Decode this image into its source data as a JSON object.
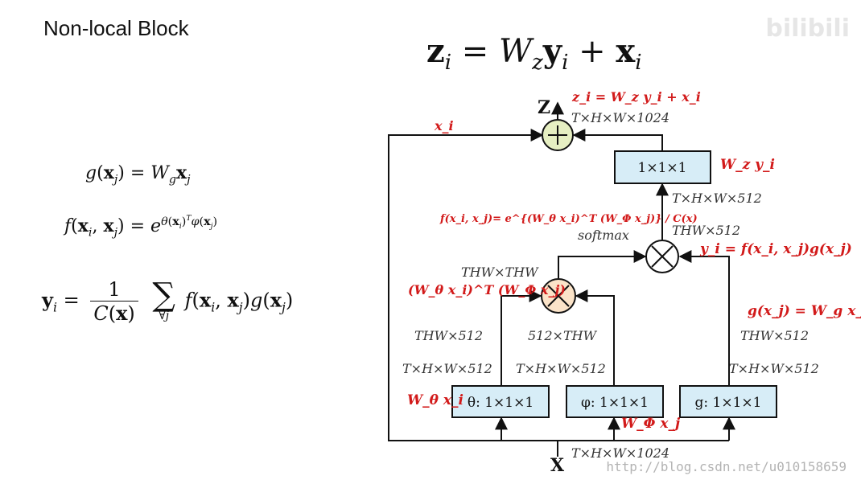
{
  "slide": {
    "title": "Non-local Block"
  },
  "watermark": "bilibili",
  "url": "http://blog.csdn.net/u010158659",
  "equations": {
    "z": "z_i = W_z y_i + x_i",
    "g": "g(x_j) = W_g x_j",
    "f": "f(x_i, x_j) = e^{θ(x_i)^T φ(x_j)}",
    "y": "y_i = 1/C(x) Σ_{∀j} f(x_i, x_j) g(x_j)",
    "y_sum_limit": "∀j"
  },
  "diagram": {
    "nodes": {
      "z": "Z",
      "x": "X",
      "plus": "+",
      "times": "×"
    },
    "boxes": {
      "wz": "1×1×1",
      "theta": "θ: 1×1×1",
      "phi": "φ: 1×1×1",
      "g": "g: 1×1×1"
    },
    "dims": {
      "top_out": "T×H×W×1024",
      "wz_in": "T×H×W×512",
      "product_out": "THW×512",
      "affinity": "THW×THW",
      "theta_reshaped": "THW×512",
      "phi_reshaped": "512×THW",
      "g_reshaped": "THW×512",
      "theta_out": "T×H×W×512",
      "phi_out": "T×H×W×512",
      "g_out": "T×H×W×512",
      "input": "T×H×W×1024"
    },
    "annotations": {
      "z_eq": "z_i = W_z y_i + x_i",
      "xi": "x_i",
      "wzyi": "W_z y_i",
      "softmax_eq": "f(x_i, x_j)= e^{(W_θ x_i)^T (W_Φ x_j)} / C(x)",
      "softmax": "softmax",
      "yi_eq": "y_i = f(x_i, x_j)g(x_j)",
      "affinity_eq": "(W_θ x_i)^T (W_Φ x_j)",
      "gxj_eq": "g(x_j) = W_g x_j",
      "wtheta": "W_θ x_i",
      "wphi": "W_Φ x_j"
    }
  },
  "colors": {
    "annotation_red": "#d21a1a",
    "box_fill": "#d7edf7",
    "plus_fill": "#e6efc2",
    "times_fill": "#fbe3c8",
    "line": "#111111"
  }
}
